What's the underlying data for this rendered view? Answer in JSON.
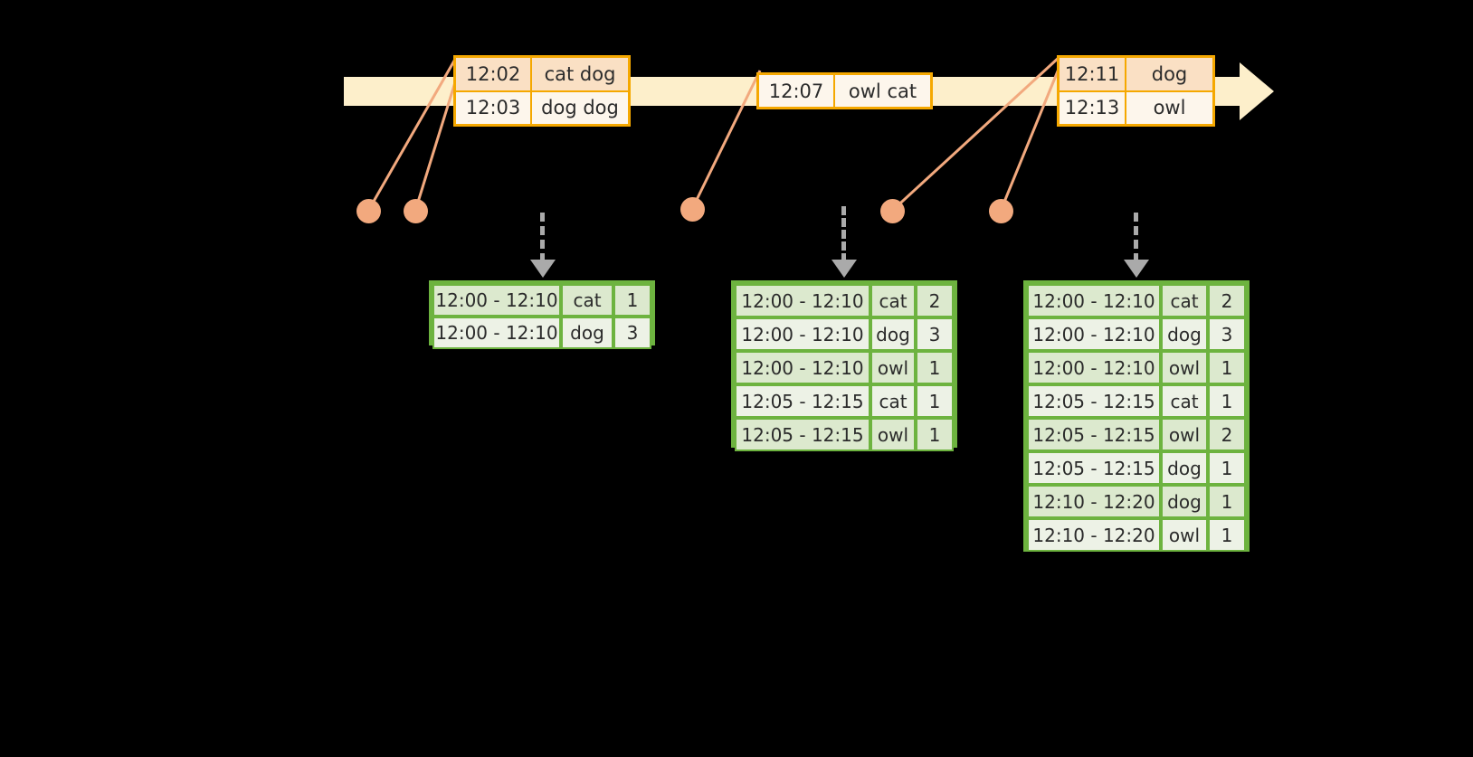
{
  "timeline": {
    "label": "event-stream-timeline",
    "bar_color": "#FDEFCB",
    "border_color": "#F5A800"
  },
  "events": [
    {
      "id": "event-group-1",
      "rows": [
        {
          "time": "12:02",
          "words": "cat dog"
        },
        {
          "time": "12:03",
          "words": "dog dog"
        }
      ]
    },
    {
      "id": "event-group-2",
      "rows": [
        {
          "time": "12:07",
          "words": "owl cat"
        }
      ]
    },
    {
      "id": "event-group-3",
      "rows": [
        {
          "time": "12:11",
          "words": "dog"
        },
        {
          "time": "12:13",
          "words": "owl"
        }
      ]
    }
  ],
  "tables": [
    {
      "id": "result-table-1",
      "rows": [
        {
          "window": "12:00 - 12:10",
          "word": "cat",
          "count": "1"
        },
        {
          "window": "12:00 - 12:10",
          "word": "dog",
          "count": "3"
        }
      ]
    },
    {
      "id": "result-table-2",
      "rows": [
        {
          "window": "12:00 - 12:10",
          "word": "cat",
          "count": "2"
        },
        {
          "window": "12:00 - 12:10",
          "word": "dog",
          "count": "3"
        },
        {
          "window": "12:00 - 12:10",
          "word": "owl",
          "count": "1"
        },
        {
          "window": "12:05 - 12:15",
          "word": "cat",
          "count": "1"
        },
        {
          "window": "12:05 - 12:15",
          "word": "owl",
          "count": "1"
        }
      ]
    },
    {
      "id": "result-table-3",
      "rows": [
        {
          "window": "12:00 - 12:10",
          "word": "cat",
          "count": "2"
        },
        {
          "window": "12:00 - 12:10",
          "word": "dog",
          "count": "3"
        },
        {
          "window": "12:00 - 12:10",
          "word": "owl",
          "count": "1"
        },
        {
          "window": "12:05 - 12:15",
          "word": "cat",
          "count": "1"
        },
        {
          "window": "12:05 - 12:15",
          "word": "owl",
          "count": "2"
        },
        {
          "window": "12:05 - 12:15",
          "word": "dog",
          "count": "1"
        },
        {
          "window": "12:10 - 12:20",
          "word": "dog",
          "count": "1"
        },
        {
          "window": "12:10 - 12:20",
          "word": "owl",
          "count": "1"
        }
      ]
    }
  ],
  "colors": {
    "timeline_fill": "#FDEFCB",
    "event_border": "#F5A800",
    "event_shade": "#FAE0C4",
    "event_plain": "#FDF6EC",
    "dot": "#F2A97E",
    "arrow": "#AAAAAA",
    "table_border": "#6DB33F",
    "table_shade": "#DCE9CE",
    "table_plain": "#EDF2E6"
  }
}
